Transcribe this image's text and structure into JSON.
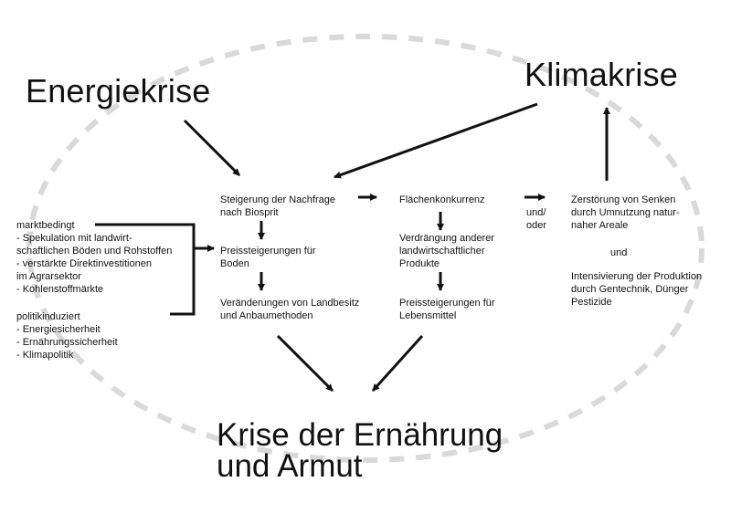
{
  "titles": {
    "energy": "Energiekrise",
    "climate": "Klimakrise",
    "result": "Krise der Ernährung\nund Armut"
  },
  "boxes": {
    "demand": "Steigerung der Nachfrage\nnach Biosprit",
    "land_prices": "Preissteigerungen für\nBoden",
    "land_changes": "Veränderungen von Landbesitz\nund Anbaumethoden",
    "competition": "Flächenkonkurrenz",
    "displacement": "Verdrängung anderer\nlandwirtschaftlicher\nProdukte",
    "food_prices": "Preissteigerungen für\nLebensmittel",
    "or_label": "und/\noder",
    "destruction": "Zerstörung von Senken\ndurch Umnutzung natur-\nnaher Areale",
    "and_label": "und",
    "intensification": "Intensivierung der Produktion\ndurch Gentechnik, Dünger\nPestizide"
  },
  "market": {
    "heading": "marktbedingt",
    "items": [
      "- Spekulation mit landwirt-\n  schaftlichen Böden und Rohstoffen",
      "- verstärkte Direktinvestitionen\n  im Agrarsektor",
      "- Kohlenstoffmärkte"
    ]
  },
  "policy": {
    "heading": "politikinduziert",
    "items": [
      "- Energiesicherheit",
      "- Ernährungssicherheit",
      "- Klimapolitik"
    ]
  },
  "colors": {
    "ellipse": "#d9d9d9",
    "arrow": "#111111",
    "text": "#111111"
  }
}
